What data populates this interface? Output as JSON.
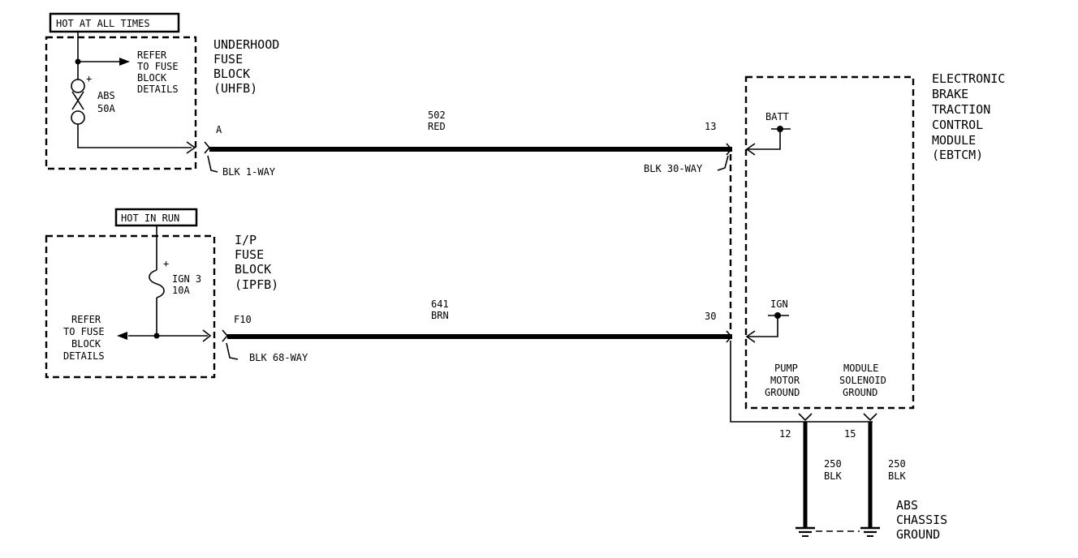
{
  "uhfb": {
    "supply": "HOT AT ALL TIMES",
    "name": [
      "UNDERHOOD",
      "FUSE",
      "BLOCK",
      "(UHFB)"
    ],
    "refer": [
      "REFER",
      "TO FUSE",
      "BLOCK",
      "DETAILS"
    ],
    "fuse": [
      "ABS",
      "50A"
    ],
    "plus": "+",
    "terminal": "A",
    "connector": "BLK 1-WAY"
  },
  "ipfb": {
    "supply": "HOT IN RUN",
    "name": [
      "I/P",
      "FUSE",
      "BLOCK",
      "(IPFB)"
    ],
    "refer": [
      "REFER",
      "TO FUSE",
      "BLOCK",
      "DETAILS"
    ],
    "fuse": [
      "IGN 3",
      "10A"
    ],
    "plus": "+",
    "terminal": "F10",
    "connector": "BLK 68-WAY"
  },
  "wires": {
    "w502": {
      "circuit": "502",
      "color": "RED"
    },
    "w641": {
      "circuit": "641",
      "color": "BRN"
    },
    "w250a": {
      "circuit": "250",
      "color": "BLK"
    },
    "w250b": {
      "circuit": "250",
      "color": "BLK"
    }
  },
  "ebtcm": {
    "name": [
      "ELECTRONIC",
      "BRAKE",
      "TRACTION",
      "CONTROL",
      "MODULE",
      "(EBTCM)"
    ],
    "batt": "BATT",
    "ign": "IGN",
    "pin13": "13",
    "pin30": "30",
    "pin12": "12",
    "pin15": "15",
    "connector": "BLK 30-WAY",
    "pump_ground": [
      "PUMP",
      "MOTOR",
      "GROUND"
    ],
    "solenoid_ground": [
      "MODULE",
      "SOLENOID",
      "GROUND"
    ]
  },
  "ground": {
    "label": [
      "ABS",
      "CHASSIS",
      "GROUND"
    ]
  }
}
